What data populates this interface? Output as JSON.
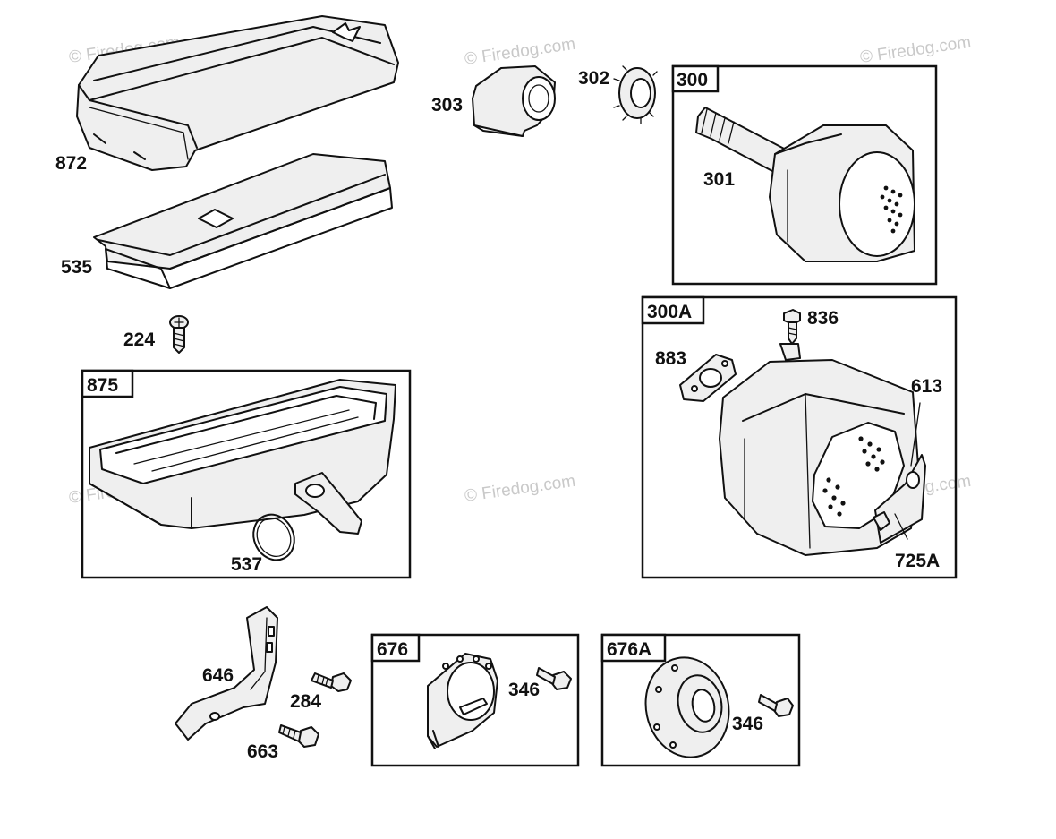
{
  "watermark": "© Firedog.com",
  "boxes": {
    "b300": "300",
    "b300A": "300A",
    "b875": "875",
    "b676": "676",
    "b676A": "676A"
  },
  "parts": {
    "p872": "872",
    "p535": "535",
    "p303": "303",
    "p302": "302",
    "p301": "301",
    "p224": "224",
    "p836": "836",
    "p883": "883",
    "p613": "613",
    "p725A": "725A",
    "p537": "537",
    "p646": "646",
    "p284": "284",
    "p663": "663",
    "p346a": "346",
    "p346b": "346"
  }
}
